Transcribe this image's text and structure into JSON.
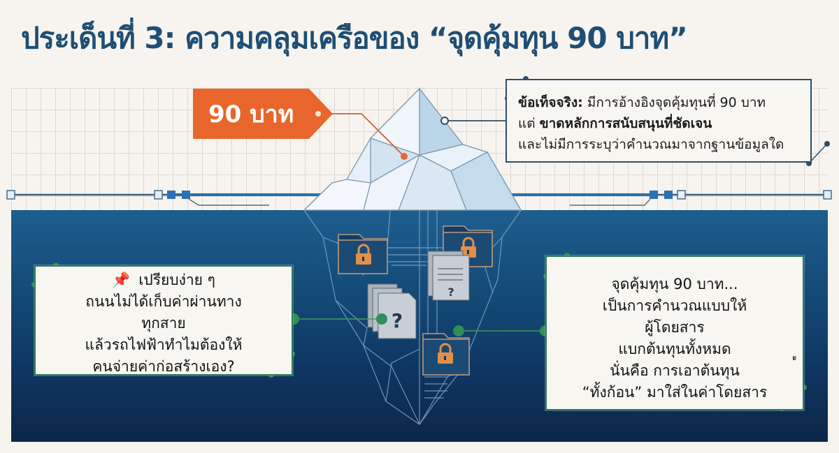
{
  "title": "ประเด็นที่ 3: ความคลุมเครือของ “จุดคุ้มทุน 90 บาท”",
  "price_tag": {
    "label": "90 บาท",
    "color": "#e8662b"
  },
  "fact_box": {
    "label_bold": "ข้อเท็จจริง:",
    "line1_rest": " มีการอ้างอิงจุดคุ้มทุนที่ 90 บาท",
    "line2_prefix": "แต่ ",
    "line2_bold": "ขาดหลักการสนับสนุนที่ชัดเจน",
    "line3": "และไม่มีการระบุว่าคำนวณมาจากฐานข้อมูลใด"
  },
  "left_card": {
    "pin_icon": "📌",
    "lines": [
      "เปรียบง่าย ๆ",
      "ถนนไม่ได้เก็บค่าผ่านทาง",
      "ทุกสาย",
      "แล้วรถไฟฟ้าทำไมต้องให้",
      "คนจ่ายค่าก่อสร้างเอง?"
    ]
  },
  "right_card": {
    "lines": [
      "จุดคุ้มทุน 90 บาท...",
      "เป็นการคำนวณแบบให้",
      "ผู้โดยสาร",
      "แบกต้นทุนทั้งหมด",
      "นั่นคือ การเอาต้นทุน",
      "“ทั้งก้อน” มาใส่ในค่าโดยสาร"
    ],
    "stray_mark": "ะ"
  },
  "iceberg": {
    "hidden_items": [
      {
        "icon": "locked-folder-icon",
        "symbol": "🔒"
      },
      {
        "icon": "locked-folder-icon",
        "symbol": "🔒"
      },
      {
        "icon": "unknown-document-icon",
        "symbol": "?"
      },
      {
        "icon": "unknown-document-icon",
        "symbol": "?"
      },
      {
        "icon": "locked-folder-icon",
        "symbol": "🔒"
      }
    ]
  },
  "colors": {
    "title": "#1f4e74",
    "sea_top": "#1d5e8f",
    "sea_bottom": "#0c2748",
    "connector_green": "#2f8f57",
    "lock_orange": "#e0904a",
    "waterline_blue": "#2a6fa8"
  }
}
